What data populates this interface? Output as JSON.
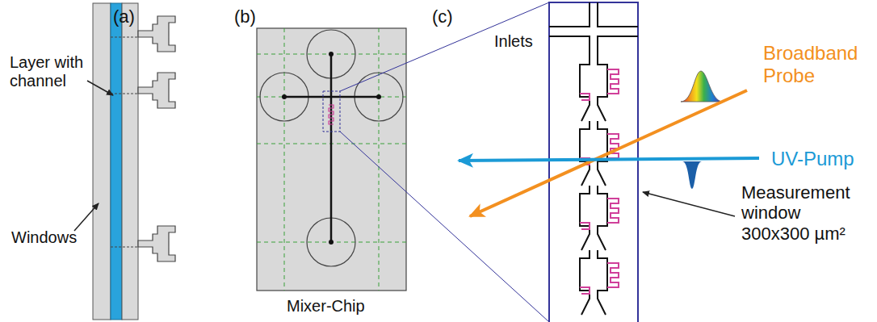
{
  "diagram": {
    "labels": [
      "(a)",
      "Layer with channel",
      "Windows",
      "(b)",
      "Mixer-Chip",
      "(c)",
      "Inlets",
      "Broadband Probe",
      "UV-Pump",
      "Measurement window 300x300 µm²"
    ]
  }
}
